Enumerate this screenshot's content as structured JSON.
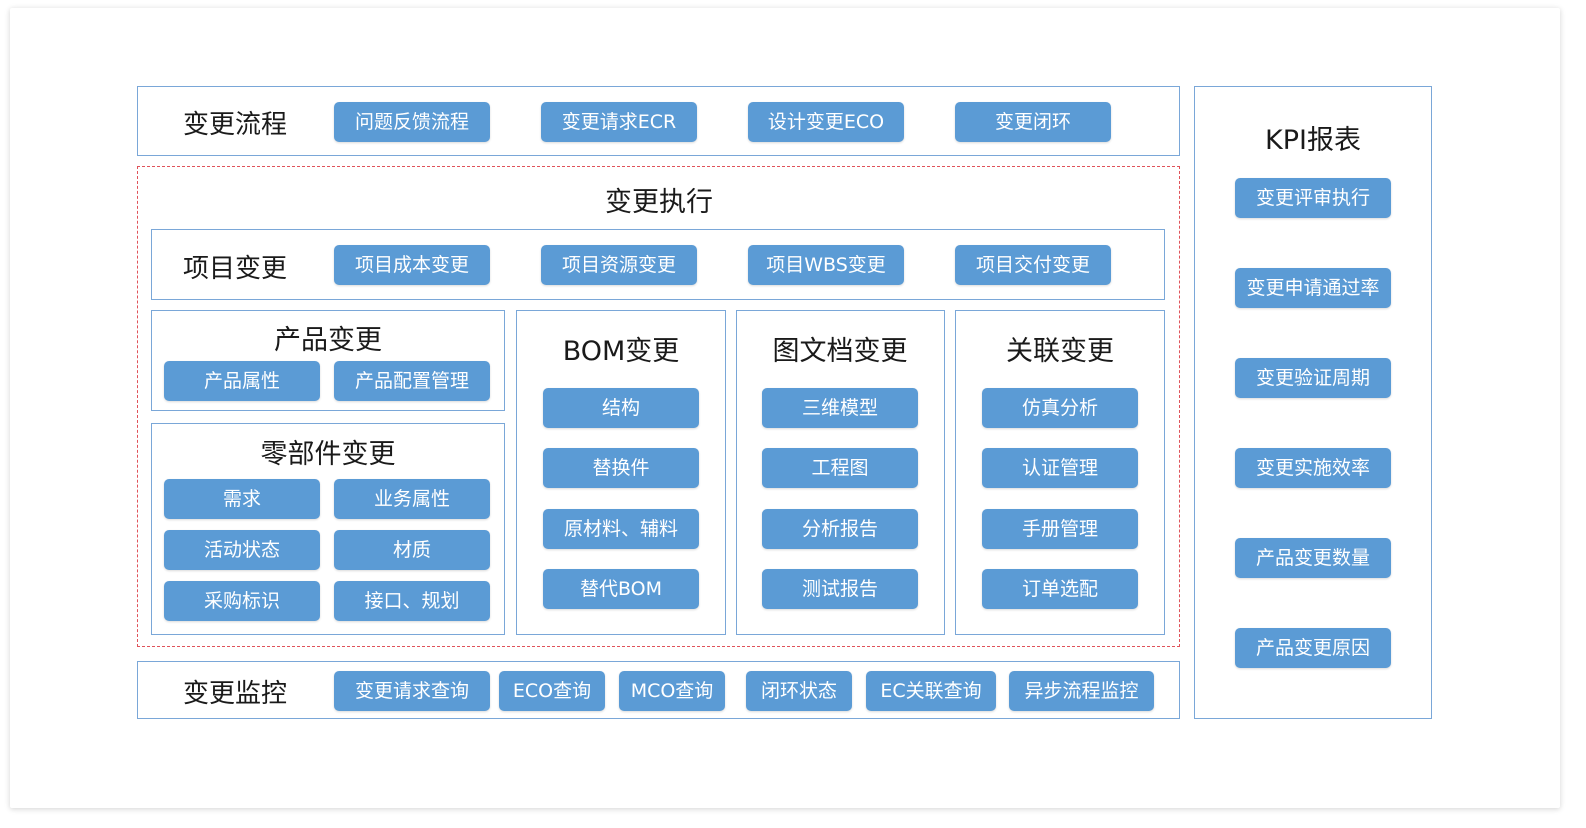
{
  "flow": {
    "title": "变更流程",
    "buttons": [
      "问题反馈流程",
      "变更请求ECR",
      "设计变更ECO",
      "变更闭环"
    ]
  },
  "execution": {
    "title": "变更执行",
    "project": {
      "title": "项目变更",
      "buttons": [
        "项目成本变更",
        "项目资源变更",
        "项目WBS变更",
        "项目交付变更"
      ]
    },
    "product": {
      "title": "产品变更",
      "buttons": [
        "产品属性",
        "产品配置管理"
      ]
    },
    "parts": {
      "title": "零部件变更",
      "buttons": [
        "需求",
        "业务属性",
        "活动状态",
        "材质",
        "采购标识",
        "接口、规划"
      ]
    },
    "bom": {
      "title": "BOM变更",
      "buttons": [
        "结构",
        "替换件",
        "原材料、辅料",
        "替代BOM"
      ]
    },
    "docs": {
      "title": "图文档变更",
      "buttons": [
        "三维模型",
        "工程图",
        "分析报告",
        "测试报告"
      ]
    },
    "related": {
      "title": "关联变更",
      "buttons": [
        "仿真分析",
        "认证管理",
        "手册管理",
        "订单选配"
      ]
    }
  },
  "monitor": {
    "title": "变更监控",
    "buttons": [
      "变更请求查询",
      "ECO查询",
      "MCO查询",
      "闭环状态",
      "EC关联查询",
      "异步流程监控"
    ]
  },
  "kpi": {
    "title": "KPI报表",
    "buttons": [
      "变更评审执行",
      "变更申请通过率",
      "变更验证周期",
      "变更实施效率",
      "产品变更数量",
      "产品变更原因"
    ]
  },
  "colors": {
    "button": "#5b9bd5",
    "border": "#7aa7d8",
    "dashed": "#e0535a"
  }
}
